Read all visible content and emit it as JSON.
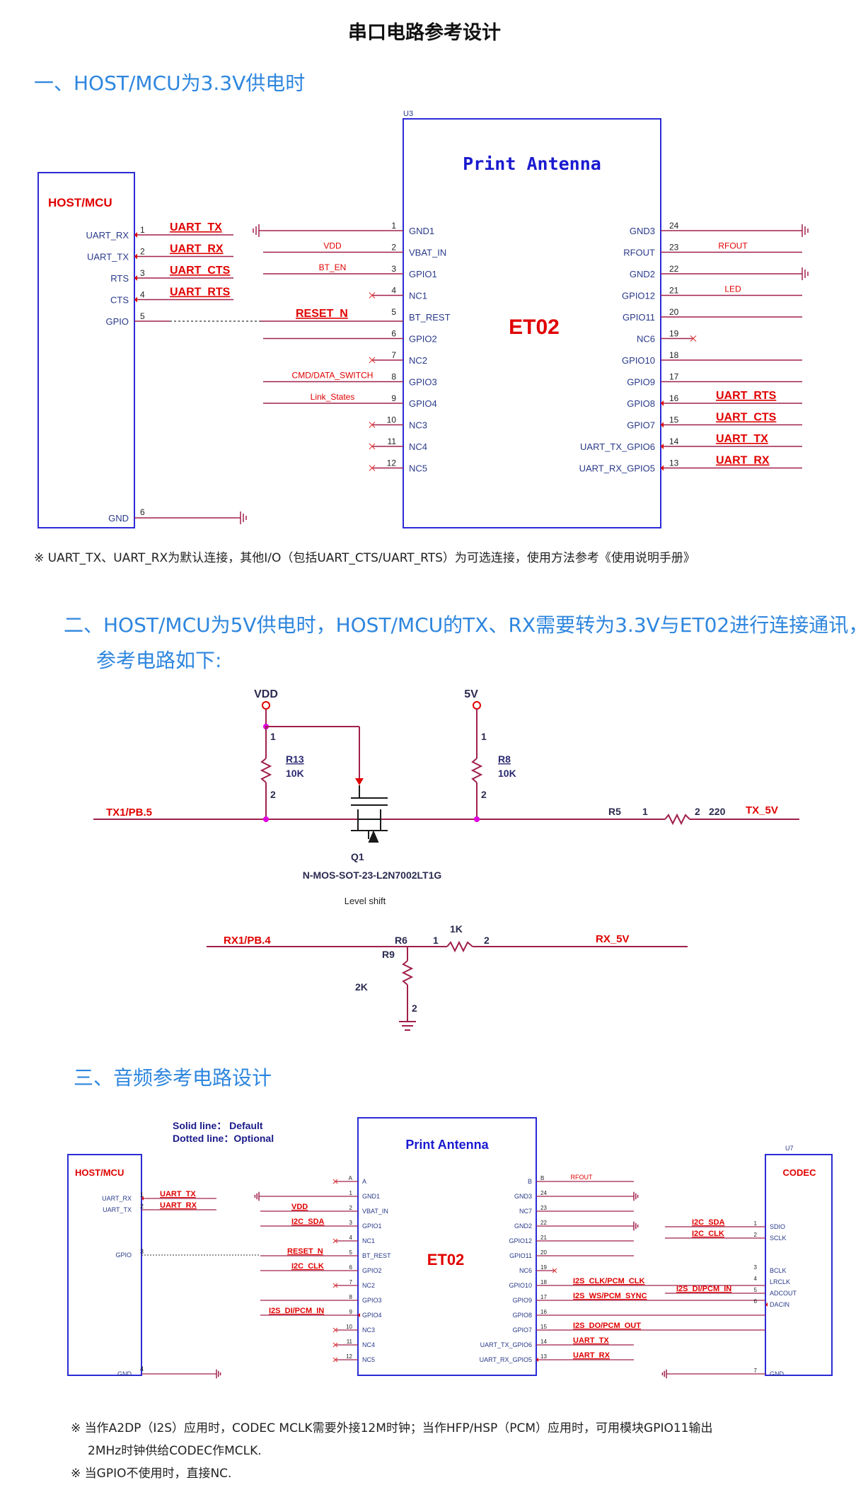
{
  "title": "串口电路参考设计",
  "section1": {
    "heading": "一、HOST/MCU为3.3V供电时",
    "chip_ref": "U3",
    "chip_header": "Print Antenna",
    "chip_name": "ET02",
    "host_title": "HOST/MCU",
    "host_pins": [
      {
        "num": "1",
        "name": "UART_RX"
      },
      {
        "num": "2",
        "name": "UART_TX"
      },
      {
        "num": "3",
        "name": "RTS"
      },
      {
        "num": "4",
        "name": "CTS"
      },
      {
        "num": "5",
        "name": "GPIO"
      },
      {
        "num": "6",
        "name": "GND"
      }
    ],
    "host_nets": [
      "UART_TX",
      "UART_RX",
      "UART_CTS",
      "UART_RTS"
    ],
    "reset_net": "RESET_N",
    "left_pins": [
      {
        "num": "1",
        "name": "GND1",
        "net": ""
      },
      {
        "num": "2",
        "name": "VBAT_IN",
        "net": "VDD"
      },
      {
        "num": "3",
        "name": "GPIO1",
        "net": "BT_EN"
      },
      {
        "num": "4",
        "name": "NC1",
        "net": ""
      },
      {
        "num": "5",
        "name": "BT_REST",
        "net": ""
      },
      {
        "num": "6",
        "name": "GPIO2",
        "net": ""
      },
      {
        "num": "7",
        "name": "NC2",
        "net": ""
      },
      {
        "num": "8",
        "name": "GPIO3",
        "net": "CMD/DATA_SWITCH"
      },
      {
        "num": "9",
        "name": "GPIO4",
        "net": "Link_States"
      },
      {
        "num": "10",
        "name": "NC3",
        "net": ""
      },
      {
        "num": "11",
        "name": "NC4",
        "net": ""
      },
      {
        "num": "12",
        "name": "NC5",
        "net": ""
      }
    ],
    "right_pins": [
      {
        "num": "24",
        "name": "GND3",
        "net": ""
      },
      {
        "num": "23",
        "name": "RFOUT",
        "net": "RFOUT"
      },
      {
        "num": "22",
        "name": "GND2",
        "net": ""
      },
      {
        "num": "21",
        "name": "GPIO12",
        "net": "LED"
      },
      {
        "num": "20",
        "name": "GPIO11",
        "net": ""
      },
      {
        "num": "19",
        "name": "NC6",
        "net": ""
      },
      {
        "num": "18",
        "name": "GPIO10",
        "net": ""
      },
      {
        "num": "17",
        "name": "GPIO9",
        "net": ""
      },
      {
        "num": "16",
        "name": "GPIO8",
        "net": "UART_RTS"
      },
      {
        "num": "15",
        "name": "GPIO7",
        "net": "UART_CTS"
      },
      {
        "num": "14",
        "name": "UART_TX_GPIO6",
        "net": "UART_TX"
      },
      {
        "num": "13",
        "name": "UART_RX_GPIO5",
        "net": "UART_RX"
      }
    ],
    "note": "※ UART_TX、UART_RX为默认连接，其他I/O（包括UART_CTS/UART_RTS）为可选连接，使用方法参考《使用说明手册》"
  },
  "section2": {
    "heading_line1": "二、HOST/MCU为5V供电时，HOST/MCU的TX、RX需要转为3.3V与ET02进行连接通讯，",
    "heading_line2": "参考电路如下:",
    "vdd": "VDD",
    "v5": "5V",
    "r13_name": "R13",
    "r13_value": "10K",
    "r8_name": "R8",
    "r8_value": "10K",
    "tx_in": "TX1/PB.5",
    "r5_name": "R5",
    "r5_value": "220",
    "tx_out": "TX_5V",
    "q1_name": "Q1",
    "q1_part": "N-MOS-SOT-23-L2N7002LT1G",
    "level_shift": "Level shift",
    "rx_in": "RX1/PB.4",
    "r6_name": "R6",
    "r6_value": "1K",
    "rx_out": "RX_5V",
    "r9_name": "R9",
    "r9_value": "2K",
    "pin1": "1",
    "pin2": "2"
  },
  "section3": {
    "heading": "三、音频参考电路设计",
    "legend_solid": "Solid line：  Default",
    "legend_dotted": "Dotted line：Optional",
    "chip_header": "Print Antenna",
    "chip_name": "ET02",
    "host_title": "HOST/MCU",
    "host_pins": [
      {
        "num": "1",
        "name": "UART_RX"
      },
      {
        "num": "2",
        "name": "UART_TX"
      },
      {
        "num": "3",
        "name": "GPIO"
      },
      {
        "num": "4",
        "name": "GND"
      }
    ],
    "host_nets": [
      "UART_TX",
      "UART_RX"
    ],
    "left_pins": [
      {
        "num": "A",
        "name": "A",
        "net": ""
      },
      {
        "num": "1",
        "name": "GND1",
        "net": ""
      },
      {
        "num": "2",
        "name": "VBAT_IN",
        "net": "VDD"
      },
      {
        "num": "3",
        "name": "GPIO1",
        "net": "I2C_SDA"
      },
      {
        "num": "4",
        "name": "NC1",
        "net": ""
      },
      {
        "num": "5",
        "name": "BT_REST",
        "net": "RESET_N"
      },
      {
        "num": "6",
        "name": "GPIO2",
        "net": "I2C_CLK"
      },
      {
        "num": "7",
        "name": "NC2",
        "net": ""
      },
      {
        "num": "8",
        "name": "GPIO3",
        "net": ""
      },
      {
        "num": "9",
        "name": "GPIO4",
        "net": "I2S_DI/PCM_IN"
      },
      {
        "num": "10",
        "name": "NC3",
        "net": ""
      },
      {
        "num": "11",
        "name": "NC4",
        "net": ""
      },
      {
        "num": "12",
        "name": "NC5",
        "net": ""
      }
    ],
    "right_pins": [
      {
        "num": "B",
        "name": "B",
        "net": "RFOUT"
      },
      {
        "num": "24",
        "name": "GND3",
        "net": ""
      },
      {
        "num": "23",
        "name": "NC7",
        "net": ""
      },
      {
        "num": "22",
        "name": "GND2",
        "net": ""
      },
      {
        "num": "21",
        "name": "GPIO12",
        "net": ""
      },
      {
        "num": "20",
        "name": "GPIO11",
        "net": ""
      },
      {
        "num": "19",
        "name": "NC6",
        "net": ""
      },
      {
        "num": "18",
        "name": "GPIO10",
        "net": "I2S_CLK/PCM_CLK"
      },
      {
        "num": "17",
        "name": "GPIO9",
        "net": "I2S_WS/PCM_SYNC"
      },
      {
        "num": "16",
        "name": "GPIO8",
        "net": ""
      },
      {
        "num": "15",
        "name": "GPIO7",
        "net": "I2S_DO/PCM_OUT"
      },
      {
        "num": "14",
        "name": "UART_TX_GPIO6",
        "net": "UART_TX"
      },
      {
        "num": "13",
        "name": "UART_RX_GPIO5",
        "net": "UART_RX"
      }
    ],
    "codec_ref": "U7",
    "codec_title": "CODEC",
    "codec_pins": [
      {
        "num": "1",
        "name": "SDIO",
        "net": "I2C_SDA"
      },
      {
        "num": "2",
        "name": "SCLK",
        "net": "I2C_CLK"
      },
      {
        "num": "3",
        "name": "BCLK",
        "net": ""
      },
      {
        "num": "4",
        "name": "LRCLK",
        "net": ""
      },
      {
        "num": "5",
        "name": "ADCOUT",
        "net": "I2S_DI/PCM_IN"
      },
      {
        "num": "6",
        "name": "DACIN",
        "net": ""
      },
      {
        "num": "7",
        "name": "GND",
        "net": ""
      }
    ],
    "note1_line1": "※ 当作A2DP（I2S）应用时，CODEC MCLK需要外接12M时钟；当作HFP/HSP（PCM）应用时，可用模块GPIO11输出",
    "note1_line2": "2MHz时钟供给CODEC作MCLK.",
    "note2": "※ 当GPIO不使用时，直接NC."
  },
  "colors": {
    "wire": "#a0204a",
    "net_label": "#e00000",
    "box": "#2b2bd6",
    "heading": "#2e86de",
    "pin": "#2a3a8a"
  }
}
